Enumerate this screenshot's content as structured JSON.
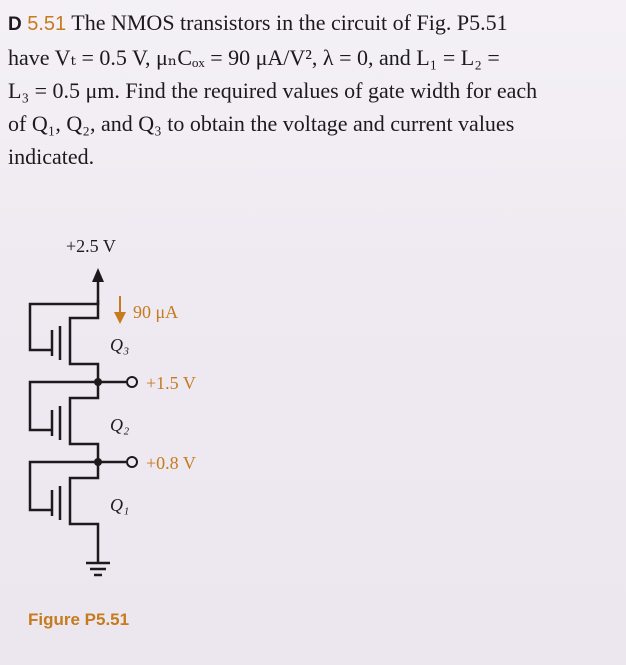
{
  "problem": {
    "label": "D",
    "number": "5.51",
    "line1": " The NMOS transistors in the circuit of Fig. P5.51",
    "line2": "have Vₜ = 0.5 V, μₙCₒₓ = 90 μA/V², λ = 0, and L₁ = L₂ =",
    "line3": "L₃ = 0.5 μm. Find the required values of gate width for each",
    "line4": "of Q₁, Q₂, and Q₃ to obtain the voltage and current values",
    "line5": "indicated."
  },
  "circuit": {
    "supply": "+2.5 V",
    "current": "90 μA",
    "node1": "+1.5 V",
    "node2": "+0.8 V",
    "q3": "Q₃",
    "q2": "Q₂",
    "q1": "Q₁"
  },
  "caption": "Figure P5.51"
}
